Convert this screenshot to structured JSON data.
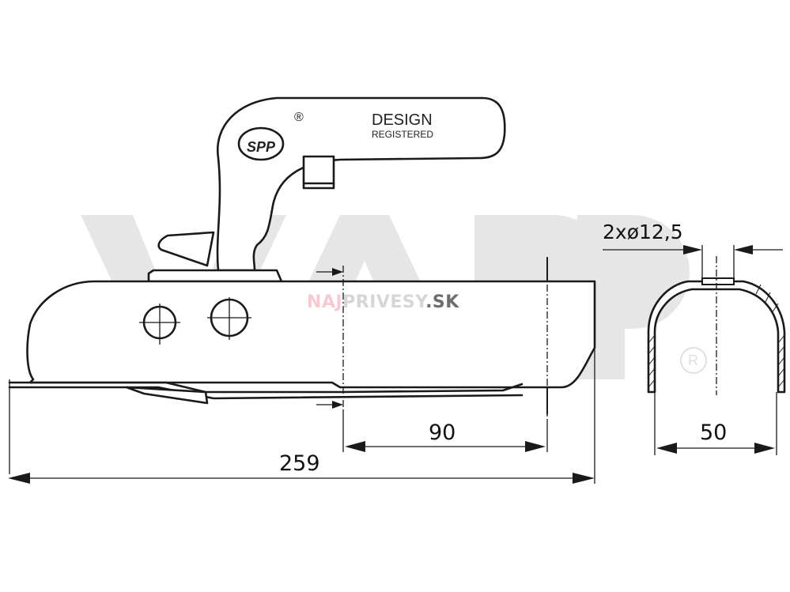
{
  "watermark": {
    "letters": "VAPP",
    "registered_mark": "®",
    "color": "#e6e6e6"
  },
  "site_brand": {
    "part1": "NAJ",
    "part2": "PRIVESY",
    "part3": ".SK",
    "colors": {
      "part1": "#f7c9d1",
      "part2": "#d6d6d6",
      "part3": "#6e6e6e"
    }
  },
  "handle_label": {
    "logo": "SPP",
    "registered_mark": "®",
    "title": "DESIGN",
    "subtitle": "REGISTERED"
  },
  "dimensions": {
    "overall_length": "259",
    "insert_length": "90",
    "tube_width": "50",
    "holes": "2xø12,5"
  }
}
